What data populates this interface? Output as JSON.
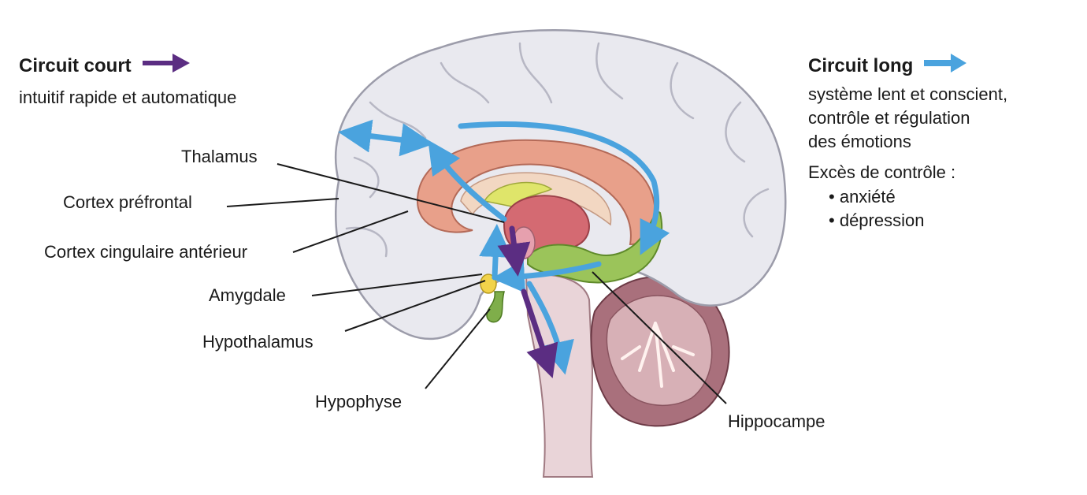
{
  "legend": {
    "short": {
      "title": "Circuit court",
      "description": "intuitif rapide et automatique",
      "color": "#5b2d82",
      "icon": "purple-arrow-icon"
    },
    "long": {
      "title": "Circuit long",
      "description_lines": [
        "système lent et conscient,",
        "contrôle et régulation",
        "des émotions"
      ],
      "excess_title": "Excès de contrôle :",
      "excess_items": [
        "anxiété",
        "dépression"
      ],
      "color": "#4aa3de",
      "icon": "blue-arrow-icon"
    }
  },
  "labels": {
    "thalamus": "Thalamus",
    "prefrontal": "Cortex préfrontal",
    "cingulate": "Cortex cingulaire antérieur",
    "amygdala": "Amygdale",
    "hypothalamus": "Hypothalamus",
    "hypophysis": "Hypophyse",
    "hippocampus": "Hippocampe"
  },
  "colors": {
    "cortex": "#e9e9ef",
    "cortex_outline": "#9c9caa",
    "corpus_callosum": "#e8a08a",
    "thalamus": "#d46a72",
    "hippocampus": "#9bc45a",
    "brainstem": "#e9d4d8",
    "cerebellum": "#a9707c",
    "amygdala": "#f2d34a"
  }
}
